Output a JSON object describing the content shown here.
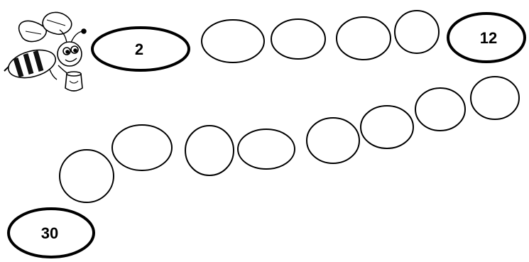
{
  "worksheet": {
    "start_value": "2",
    "checkpoint_value": "12",
    "end_value": "30",
    "empty_circle_count_note": "",
    "mascot_icon": "bee-icon",
    "colors": {
      "ink": "#000000",
      "background": "#ffffff"
    }
  }
}
